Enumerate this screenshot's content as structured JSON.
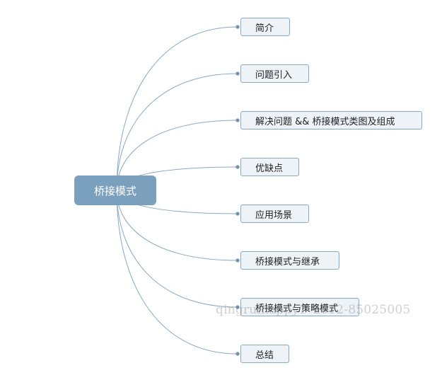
{
  "root": {
    "label": "桥接模式",
    "color": "#7aa0bd"
  },
  "branches": [
    {
      "label": "简介"
    },
    {
      "label": "问题引入"
    },
    {
      "label": "解决问题 && 桥接模式类图及组成"
    },
    {
      "label": "优缺点"
    },
    {
      "label": "应用场景"
    },
    {
      "label": "桥接模式与继承"
    },
    {
      "label": "桥接模式与策略模式"
    },
    {
      "label": "总结"
    }
  ],
  "watermark": {
    "text": "qingruihappy1_2012-85025005"
  },
  "colors": {
    "connector": "#8aa8c2",
    "branch_border": "#8aa8c2",
    "branch_fill": "#eef3f8"
  }
}
